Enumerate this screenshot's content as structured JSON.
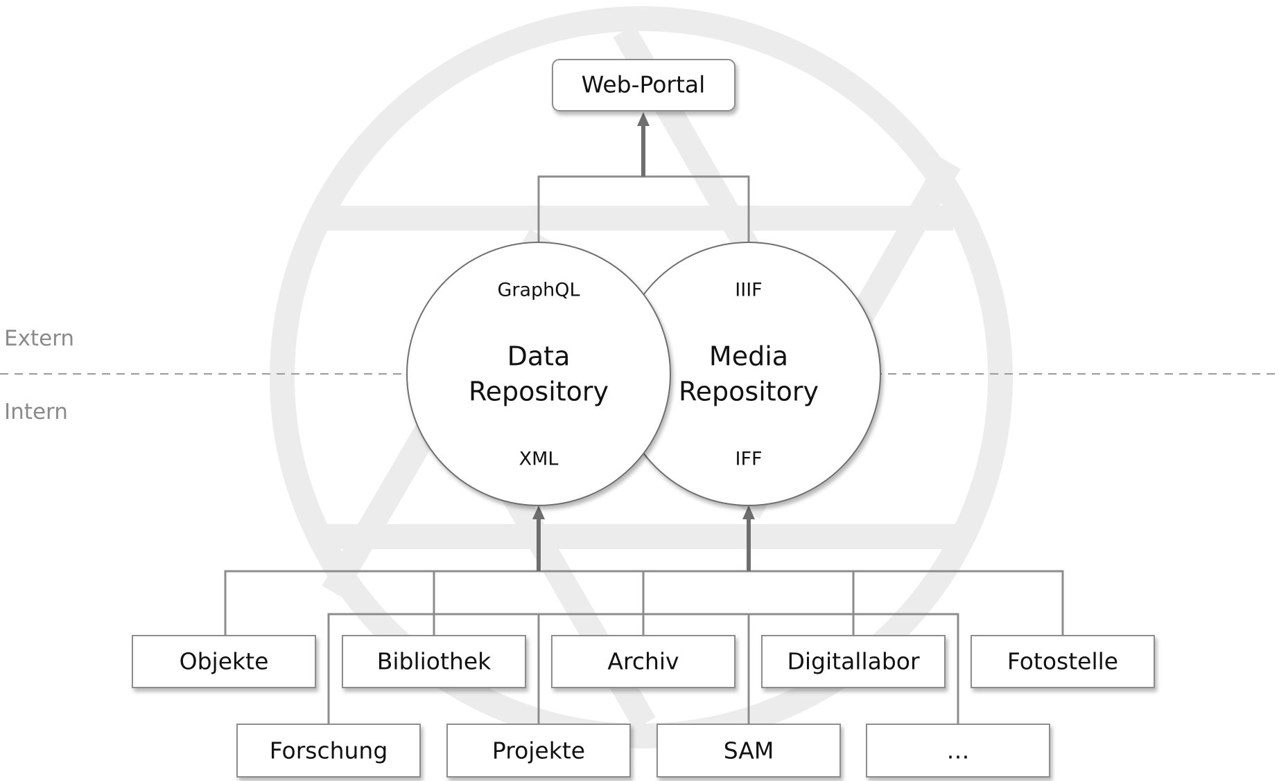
{
  "zones": {
    "extern": "Extern",
    "intern": "Intern"
  },
  "portal": {
    "label": "Web-Portal"
  },
  "repositories": {
    "data": {
      "line1": "Data",
      "line2": "Repository",
      "api_top": "GraphQL",
      "api_bottom": "XML"
    },
    "media": {
      "line1": "Media",
      "line2": "Repository",
      "api_top": "IIIF",
      "api_bottom": "IFF"
    }
  },
  "sources": {
    "row1": [
      "Objekte",
      "Bibliothek",
      "Archiv",
      "Digitallabor",
      "Fotostelle"
    ],
    "row2": [
      "Forschung",
      "Projekte",
      "SAM",
      "…"
    ]
  },
  "colors": {
    "watermark": "#ececec",
    "connector": "#8c8c8c",
    "dashed_line": "#9a9a9a"
  }
}
